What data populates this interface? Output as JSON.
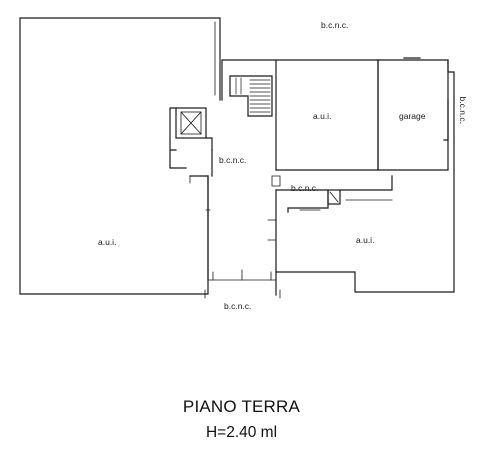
{
  "plan": {
    "title": "PIANO TERRA",
    "height_note": "H=2.40 ml",
    "labels": {
      "bcnc_top": "b.c.n.c.",
      "bcnc_right": "b.c.n.c.",
      "bcnc_bottom": "b.c.n.c.",
      "bcnc_central": "b.c.n.c.",
      "bcnc_corridor": "b.c.n.c.",
      "aui_left": "a.u.i.",
      "aui_center": "a.u.i.",
      "aui_right": "a.u.i.",
      "garage": "garage"
    }
  },
  "colors": {
    "wall": "#1a1a1a",
    "background": "#ffffff"
  }
}
